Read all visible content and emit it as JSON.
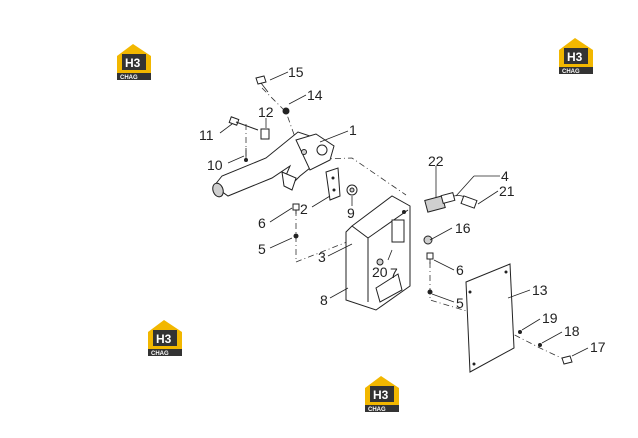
{
  "watermark": {
    "initials": "H3",
    "brand": "CHAG"
  },
  "callouts": [
    "15",
    "14",
    "12",
    "1",
    "11",
    "10",
    "2",
    "9",
    "22",
    "4",
    "21",
    "6",
    "5",
    "3",
    "16",
    "20",
    "7",
    "6",
    "8",
    "5",
    "13",
    "19",
    "18",
    "17"
  ],
  "colors": {
    "line": "#222222",
    "logo_yellow": "#f2b700",
    "logo_dark": "#333333"
  }
}
